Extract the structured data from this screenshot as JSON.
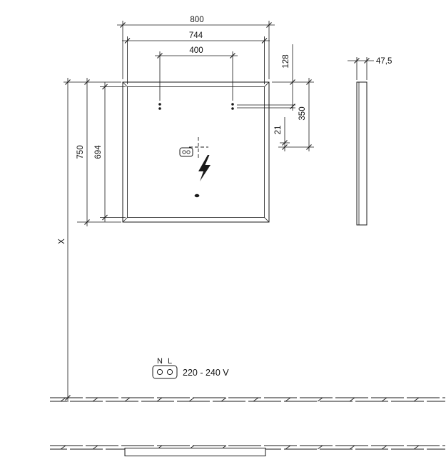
{
  "dims": {
    "outer_width": "800",
    "inner_width": "744",
    "sensor_spacing": "400",
    "sensor_top_offset": "128",
    "depth": "47,5",
    "socket_top_offset": "350",
    "center_offset": "21",
    "outer_height": "750",
    "inner_height": "694",
    "mounting_height": "X"
  },
  "power": {
    "terminal_n": "N",
    "terminal_l": "L",
    "voltage": "220 - 240 V"
  },
  "icons": {
    "lightning": "lightning-bolt-icon",
    "socket_small": "power-socket-icon",
    "socket_large": "power-socket-icon",
    "sensors": "sensor-dots-icon",
    "center_mark": "center-crosshair-icon"
  },
  "colors": {
    "line": "#1a1a1a",
    "background": "#ffffff"
  }
}
